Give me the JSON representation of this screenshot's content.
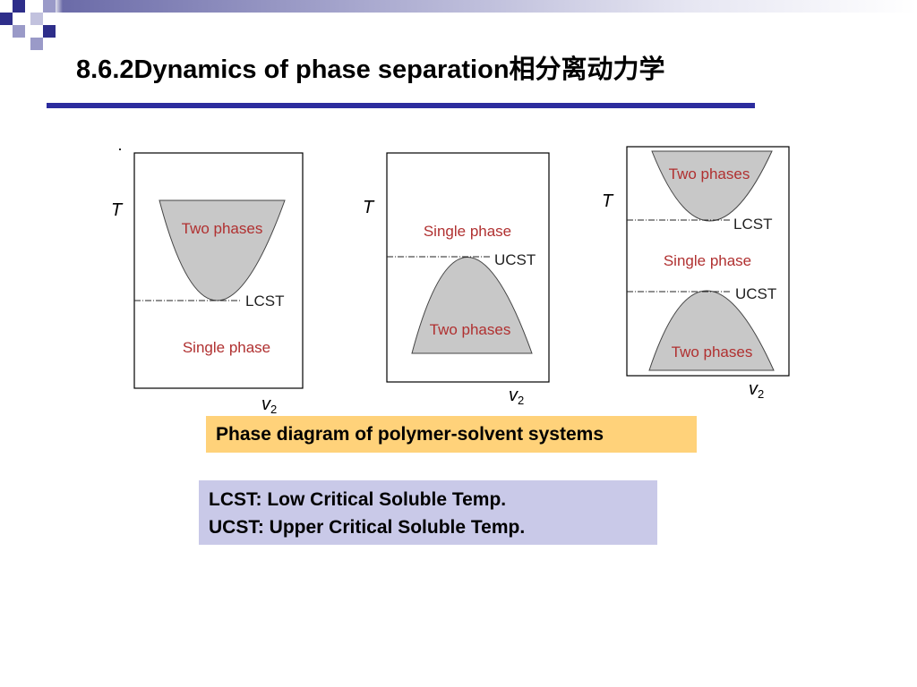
{
  "slide": {
    "title": "8.6.2Dynamics of phase separation相分离动力学",
    "caption": "Phase diagram of polymer-solvent systems",
    "definitions": [
      "LCST: Low Critical Soluble Temp.",
      "UCST: Upper Critical Soluble Temp."
    ]
  },
  "labels": {
    "t_axis": "T",
    "v_axis": "v",
    "v_subscript": "2",
    "two_phases": "Two phases",
    "single_phase": "Single phase",
    "lcst": "LCST",
    "ucst": "UCST",
    "stray_mark": "·"
  },
  "colors": {
    "accent_rule": "#2c2c9e",
    "phase_text": "#b03030",
    "two_phase_fill": "#c8c8c8",
    "caption_bg": "#ffd27a",
    "definition_bg": "#c9c9e8"
  }
}
